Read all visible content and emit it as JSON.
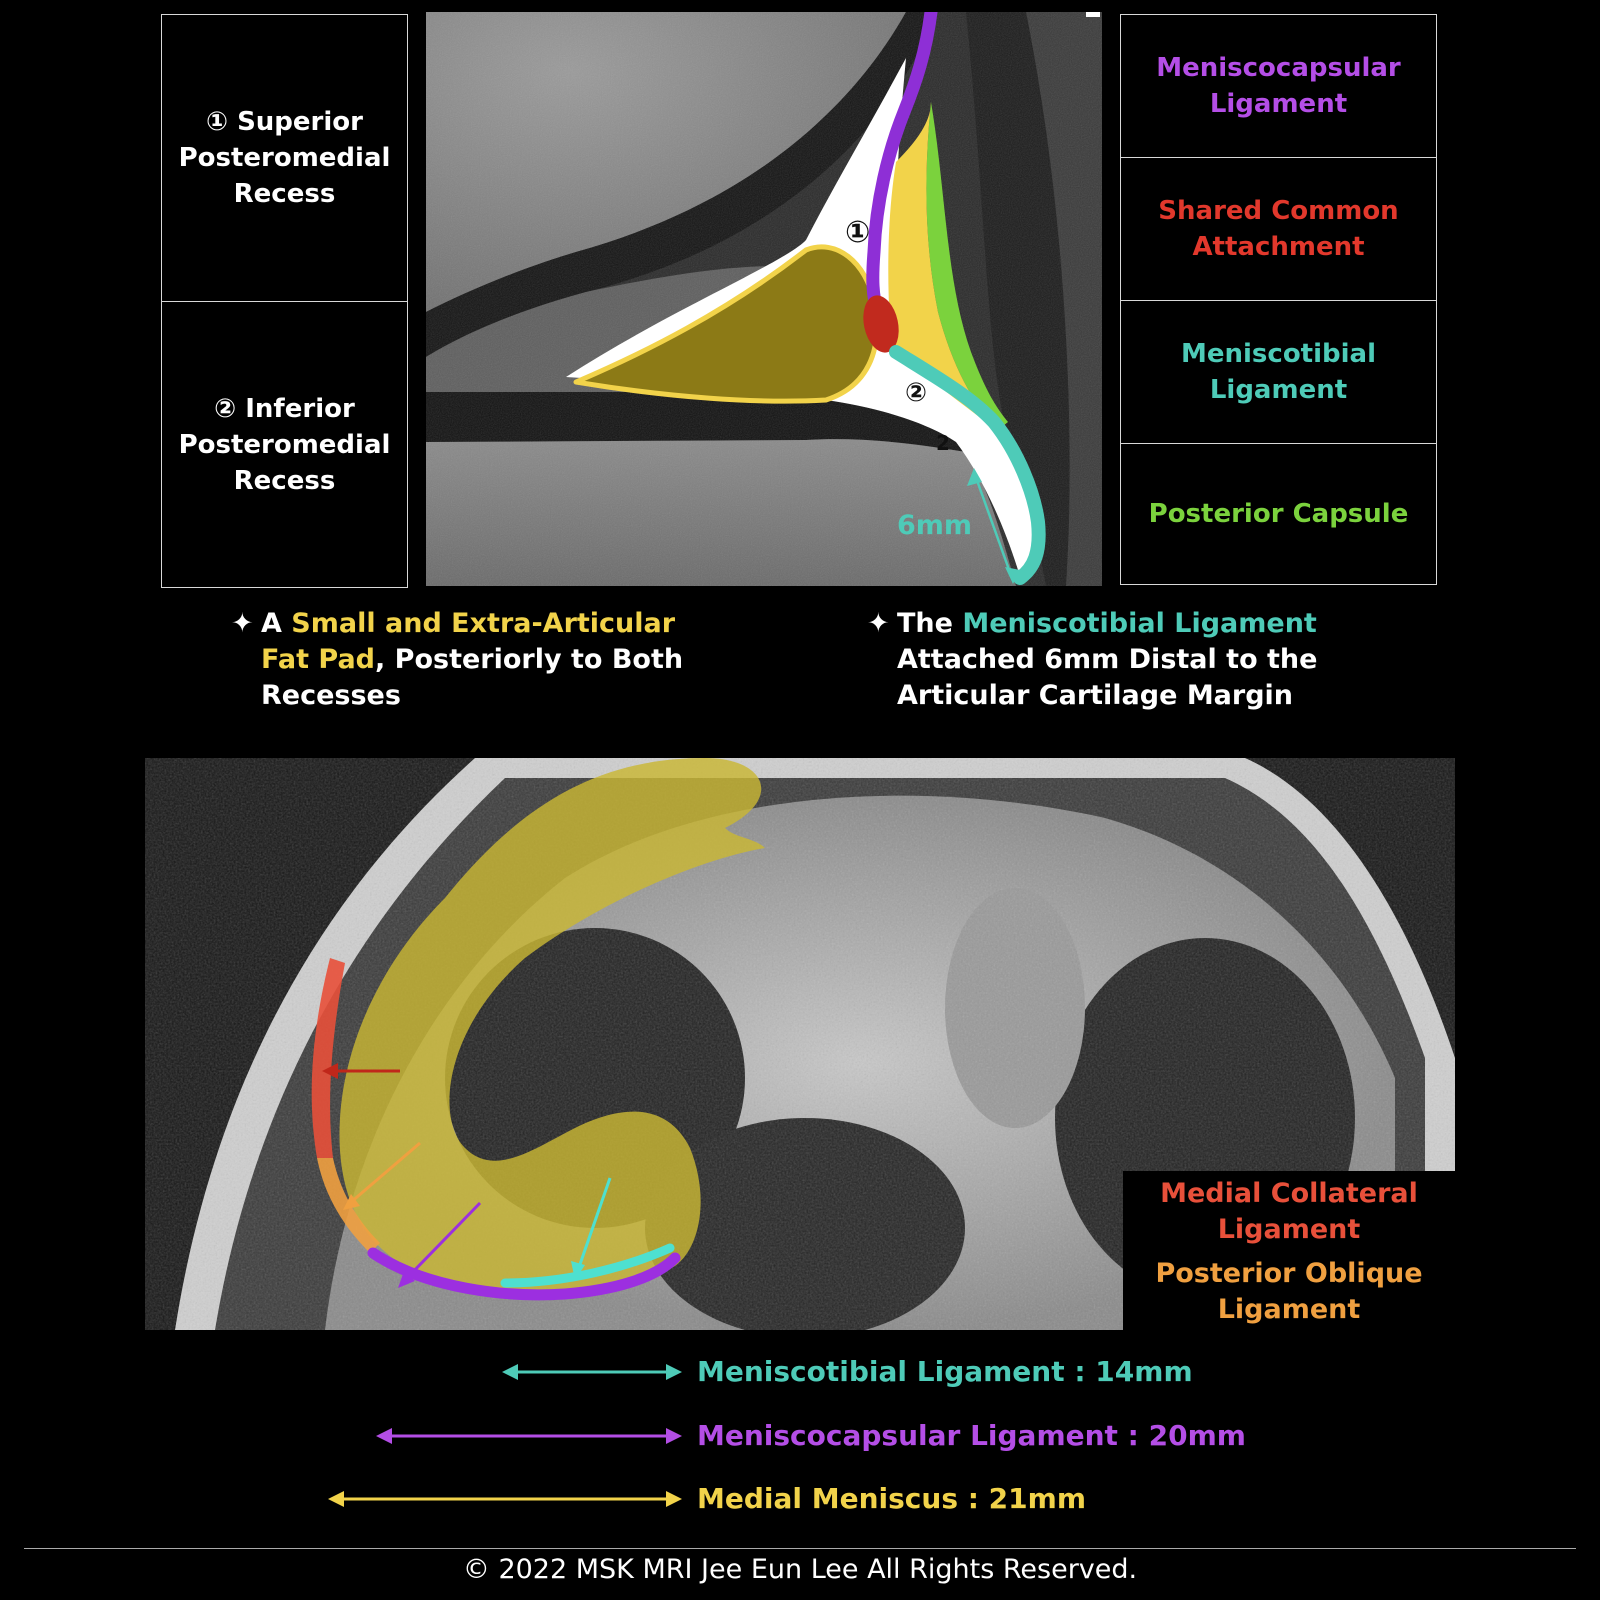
{
  "left_labels": [
    {
      "label": "① Superior\nPosteromedial\nRecess"
    },
    {
      "label": "② Inferior\nPosteromedial\nRecess"
    }
  ],
  "right_legend": [
    {
      "label": "Meniscocapsular\nLigament",
      "color": "#b44ee6"
    },
    {
      "label": "Shared Common\nAttachment",
      "color": "#e2382c"
    },
    {
      "label": "Meniscotibial\nLigament",
      "color": "#4ecbb8"
    },
    {
      "label": "Posterior Capsule",
      "color": "#7bd23d"
    }
  ],
  "sagittal_image": {
    "marker_1": "①",
    "marker_2": "②",
    "distance_label": "6mm"
  },
  "notes": {
    "left": {
      "star": "✦",
      "part1": "A ",
      "highlight": "Small and Extra-Articular\nFat Pad",
      "part2": ", Posteriorly to Both\nRecesses",
      "highlight_color": "#f2d34a"
    },
    "right": {
      "star": "✦",
      "part1": "The ",
      "highlight": "Meniscotibial Ligament",
      "part2": "\nAttached 6mm Distal to the\nArticular Cartilage Margin",
      "highlight_color": "#4ecbb8"
    }
  },
  "axial_legend": [
    {
      "label": "Medial Collateral\nLigament",
      "color": "#e8503a"
    },
    {
      "label": "Posterior Oblique\nLigament",
      "color": "#f0a040"
    }
  ],
  "measurements": [
    {
      "label": "Meniscotibial Ligament : 14mm",
      "color": "#4ecbb8"
    },
    {
      "label": "Meniscocapsular Ligament : 20mm",
      "color": "#b44ee6"
    },
    {
      "label": "Medial Meniscus : 21mm",
      "color": "#f2d34a"
    }
  ],
  "footer": "© 2022 MSK MRI Jee Eun Lee All Rights Reserved.",
  "colors": {
    "fat_pad_fill": "#8c7a16",
    "fat_pad_outline": "#f2d34a",
    "meniscus_overlay": "#c9b735",
    "background": "#000000"
  }
}
